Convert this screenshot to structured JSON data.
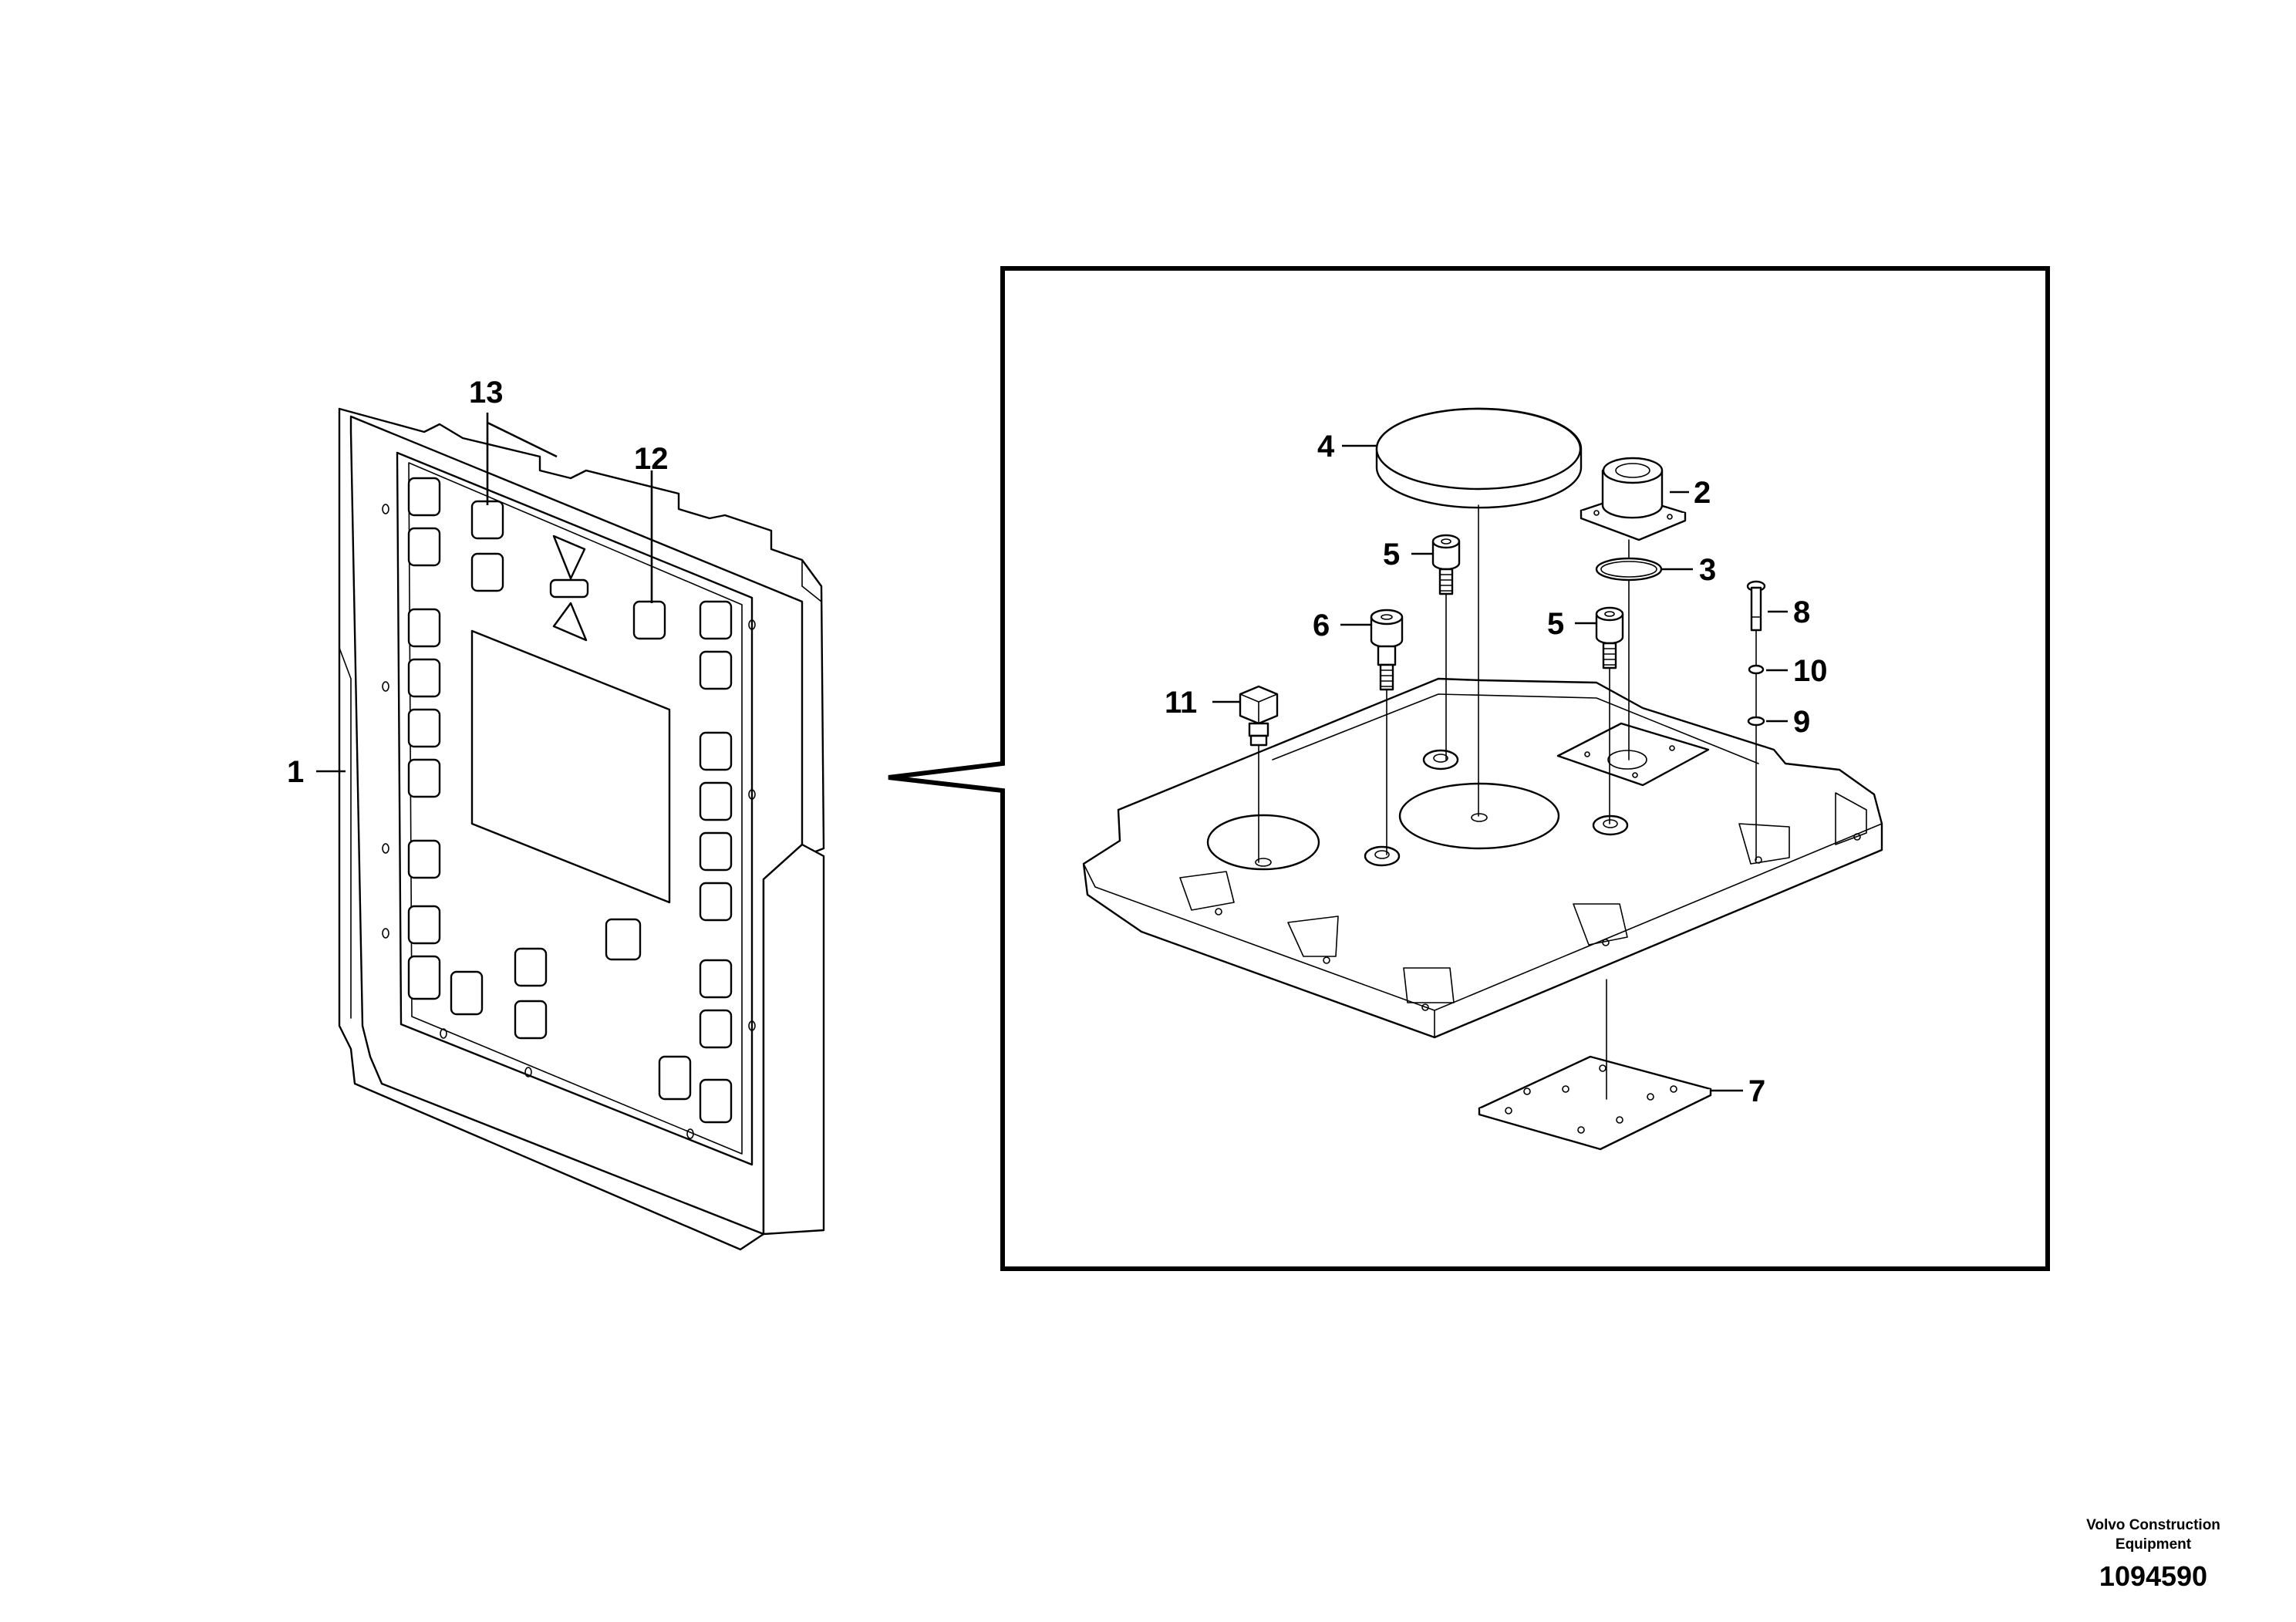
{
  "callouts": {
    "c1": "1",
    "c2": "2",
    "c3": "3",
    "c4": "4",
    "c5a": "5",
    "c5b": "5",
    "c6": "6",
    "c7": "7",
    "c8": "8",
    "c9": "9",
    "c10": "10",
    "c11": "11",
    "c12": "12",
    "c13": "13"
  },
  "footer": {
    "brand_line1": "Volvo Construction",
    "brand_line2": "Equipment",
    "doc_number": "1094590"
  }
}
